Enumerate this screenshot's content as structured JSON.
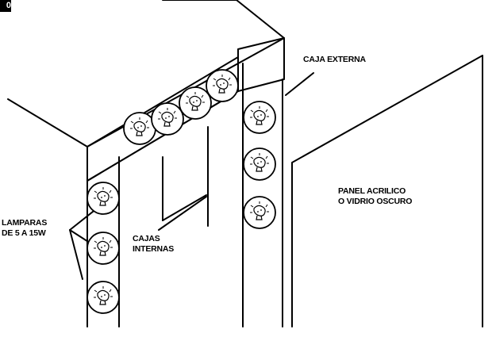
{
  "figure": {
    "tag": "0",
    "labels": {
      "outer_box": "CAJA EXTERNA",
      "panel_line1": "PANEL ACRILICO",
      "panel_line2": "O VIDRIO OSCURO",
      "lamps_line1": "LAMPARAS",
      "lamps_line2": "DE 5 A 15W",
      "inner_boxes_line1": "CAJAS",
      "inner_boxes_line2": "INTERNAS"
    },
    "lamp_icon": "bulb-icon",
    "colors": {
      "ink": "#000000",
      "paper": "#ffffff"
    }
  }
}
